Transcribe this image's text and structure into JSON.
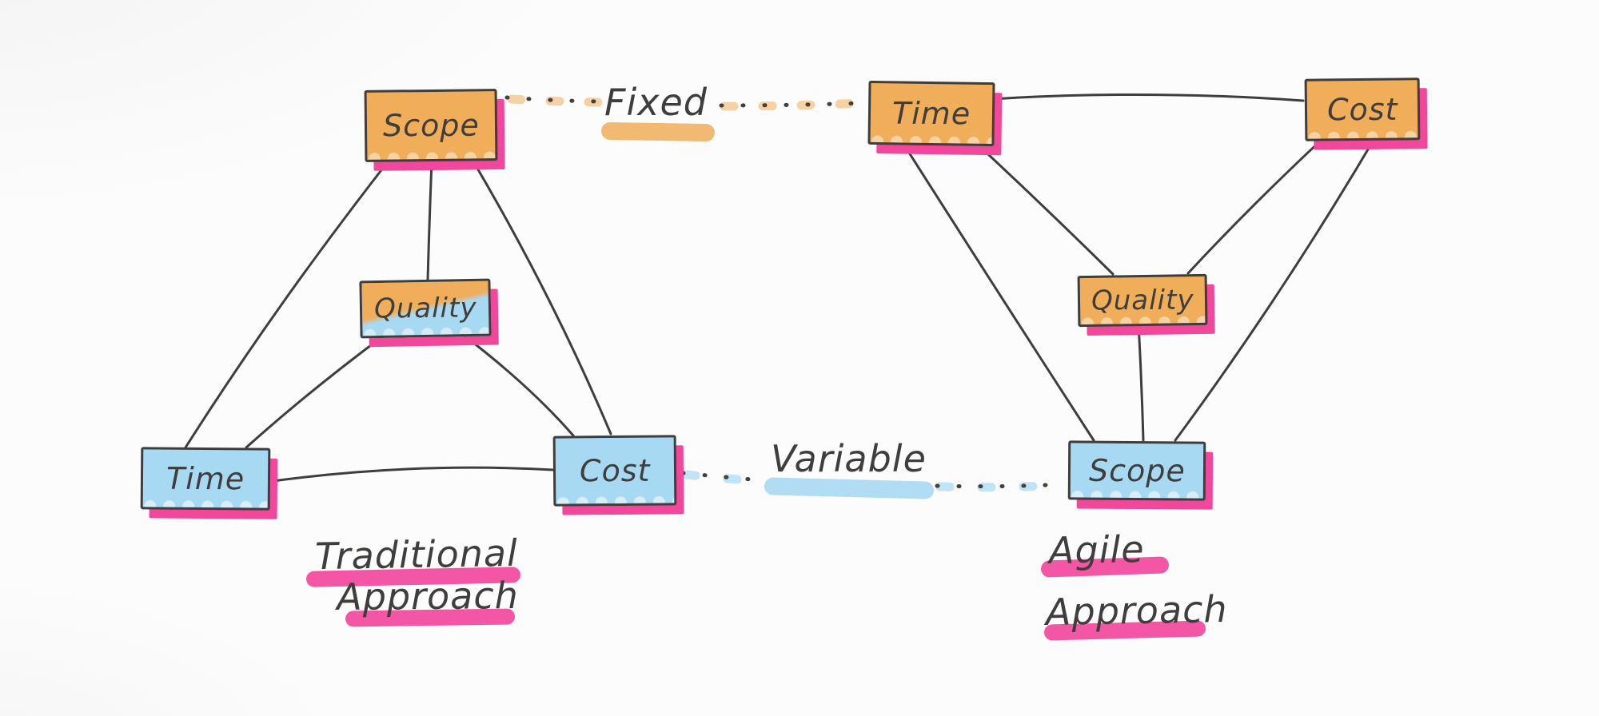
{
  "diagram": {
    "kind": "hand-drawn iron-triangle comparison sketch",
    "left": {
      "caption": [
        "Traditional",
        "Approach"
      ],
      "nodes": {
        "scope": {
          "label": "Scope",
          "fill": "orange",
          "position": "top"
        },
        "quality": {
          "label": "Quality",
          "fill": "orange-blue",
          "position": "center"
        },
        "time": {
          "label": "Time",
          "fill": "blue",
          "position": "bottom-left"
        },
        "cost": {
          "label": "Cost",
          "fill": "blue",
          "position": "bottom-right"
        }
      },
      "edges": [
        [
          "scope",
          "time"
        ],
        [
          "scope",
          "quality"
        ],
        [
          "scope",
          "cost"
        ],
        [
          "quality",
          "time"
        ],
        [
          "quality",
          "cost"
        ],
        [
          "time",
          "cost"
        ]
      ]
    },
    "right": {
      "caption": [
        "Agile",
        "Approach"
      ],
      "nodes": {
        "time": {
          "label": "Time",
          "fill": "orange",
          "position": "top-left"
        },
        "cost": {
          "label": "Cost",
          "fill": "orange",
          "position": "top-right"
        },
        "quality": {
          "label": "Quality",
          "fill": "orange",
          "position": "center"
        },
        "scope": {
          "label": "Scope",
          "fill": "blue",
          "position": "bottom"
        }
      },
      "edges": [
        [
          "time",
          "cost"
        ],
        [
          "time",
          "quality"
        ],
        [
          "time",
          "scope"
        ],
        [
          "cost",
          "quality"
        ],
        [
          "cost",
          "scope"
        ],
        [
          "quality",
          "scope"
        ]
      ]
    },
    "connectors": {
      "fixed_label": "Fixed",
      "variable_label": "Variable",
      "fixed_links": [
        "left.scope",
        "right.time"
      ],
      "variable_links": [
        "left.cost",
        "right.scope"
      ]
    }
  },
  "colors": {
    "marker_orange": "#f0ad5a",
    "marker_blue": "#a8d9f3",
    "marker_pink": "#f1489c",
    "ink": "#3f3e3c",
    "paper": "#fcfcfc"
  }
}
